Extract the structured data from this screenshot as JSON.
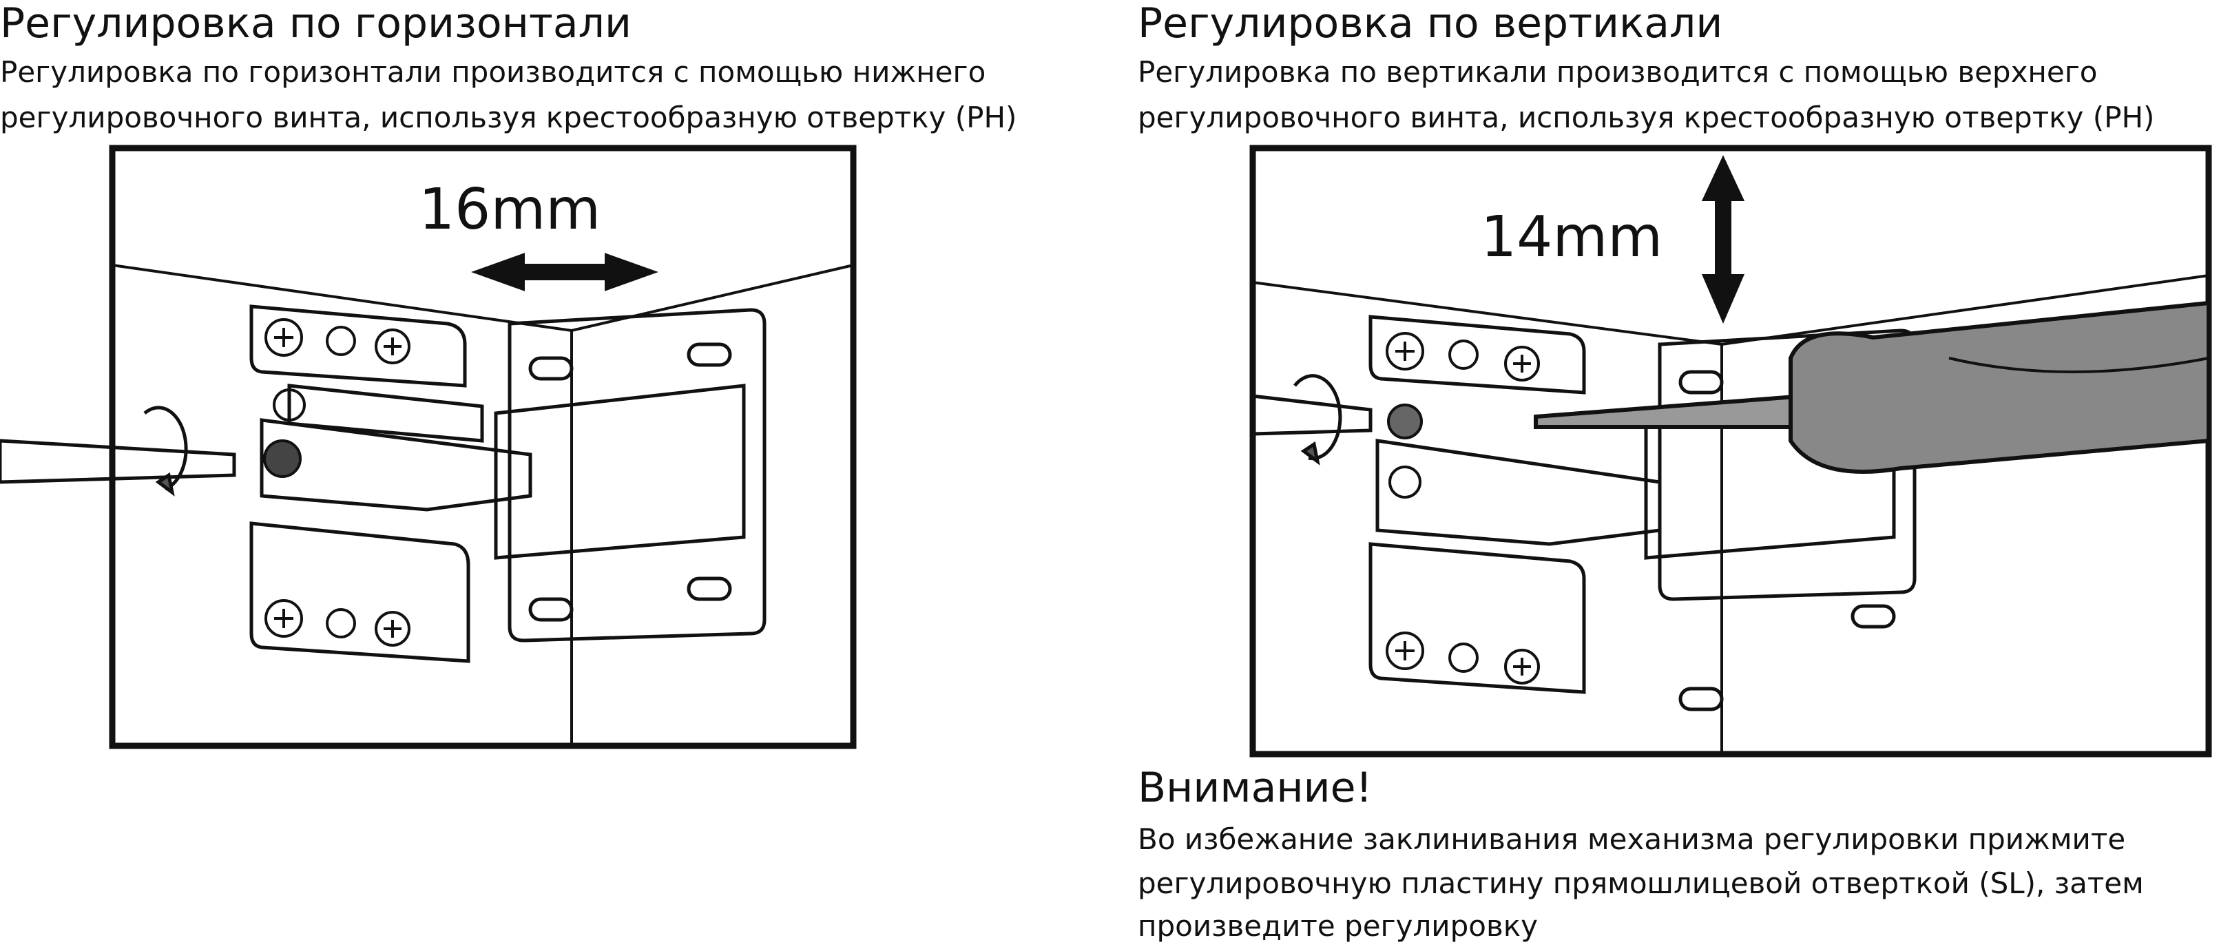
{
  "left": {
    "title": "Регулировка по горизонтали",
    "desc_line1": "Регулировка по горизонтали производится с помощью нижнего",
    "desc_line2": "регулировочного винта, используя крестообразную отвертку (PH)",
    "dimension": "16mm"
  },
  "right": {
    "title": "Регулировка по вертикали",
    "desc_line1": "Регулировка по вертикали производится с помощью верхнего",
    "desc_line2": "регулировочного винта, используя крестообразную отвертку (PH)",
    "dimension": "14mm"
  },
  "warning": {
    "title": "Внимание!",
    "line1": "Во избежание заклинивания механизма регулировки прижмите",
    "line2": "регулировочную пластину прямошлицевой отверткой (SL), затем",
    "line3": "произведите регулировку"
  }
}
